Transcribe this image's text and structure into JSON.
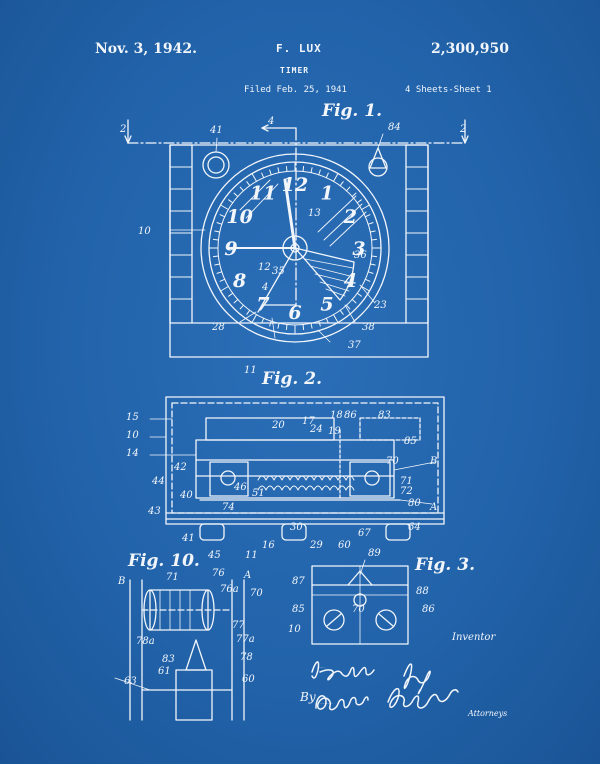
{
  "header": {
    "date": "Nov. 3, 1942.",
    "inventor_name": "F. LUX",
    "patent_number": "2,300,950",
    "title": "TIMER",
    "filed": "Filed Feb. 25, 1941",
    "sheets": "4 Sheets-Sheet 1"
  },
  "figures": {
    "fig1": "Fig. 1.",
    "fig2": "Fig. 2.",
    "fig3": "Fig. 3.",
    "fig10": "Fig. 10."
  },
  "signature_block": {
    "inventor_label": "Inventor",
    "inventor_signature": "Frederick Lux",
    "by": "By",
    "attorney_signature": "Zabel Carlson Bartholow",
    "attorneys_label": "Attorneys"
  },
  "dial_numerals": [
    "12",
    "1",
    "2",
    "3",
    "4",
    "5",
    "6",
    "7",
    "8",
    "9",
    "10",
    "11"
  ],
  "reference_numerals": {
    "fig1": [
      "2",
      "2",
      "41",
      "4",
      "84",
      "10",
      "11",
      "12",
      "13",
      "35",
      "36",
      "23",
      "28",
      "37",
      "38",
      "4"
    ],
    "fig2": [
      "15",
      "10",
      "14",
      "42",
      "44",
      "40",
      "43",
      "41",
      "45",
      "11",
      "16",
      "29",
      "30",
      "60",
      "67",
      "64",
      "A",
      "B",
      "72",
      "71",
      "80",
      "19",
      "18",
      "86",
      "83",
      "85",
      "17",
      "24",
      "20",
      "70",
      "46",
      "51",
      "74"
    ],
    "fig3": [
      "89",
      "87",
      "88",
      "85",
      "70",
      "86",
      "10"
    ],
    "fig10": [
      "B",
      "71",
      "76",
      "76a",
      "A",
      "70",
      "77",
      "77a",
      "78a",
      "78",
      "83",
      "60",
      "63",
      "61"
    ]
  },
  "colors": {
    "blueprint_background": "#2263aa",
    "line_color": "#f2f6fb"
  }
}
